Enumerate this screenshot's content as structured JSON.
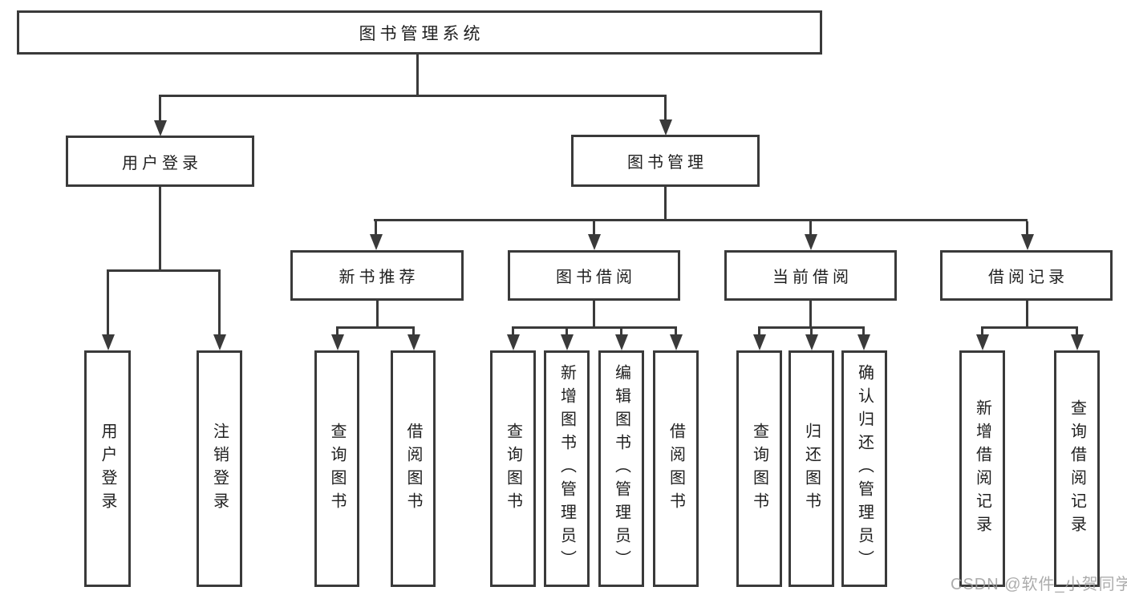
{
  "diagram": {
    "type": "tree",
    "title": "图书管理系统",
    "branches": {
      "user_login": {
        "label": "用户登录",
        "children": [
          "用户登录",
          "注销登录"
        ]
      },
      "book_mgmt": {
        "label": "图书管理",
        "sections": [
          {
            "label": "新书推荐",
            "children": [
              "查询图书",
              "借阅图书"
            ]
          },
          {
            "label": "图书借阅",
            "children": [
              "查询图书",
              "新增图书（管理员）",
              "编辑图书（管理员）",
              "借阅图书"
            ]
          },
          {
            "label": "当前借阅",
            "children": [
              "查询图书",
              "归还图书",
              "确认归还（管理员）"
            ]
          },
          {
            "label": "借阅记录",
            "children": [
              "新增借阅记录",
              "查询借阅记录"
            ]
          }
        ]
      }
    },
    "colors": {
      "line": "#3a3a3a",
      "text": "#1f1f1f",
      "background": "#ffffff",
      "watermark": "#9e9e9e"
    }
  },
  "watermark": {
    "text": "CSDN @软件_小贺同学"
  }
}
